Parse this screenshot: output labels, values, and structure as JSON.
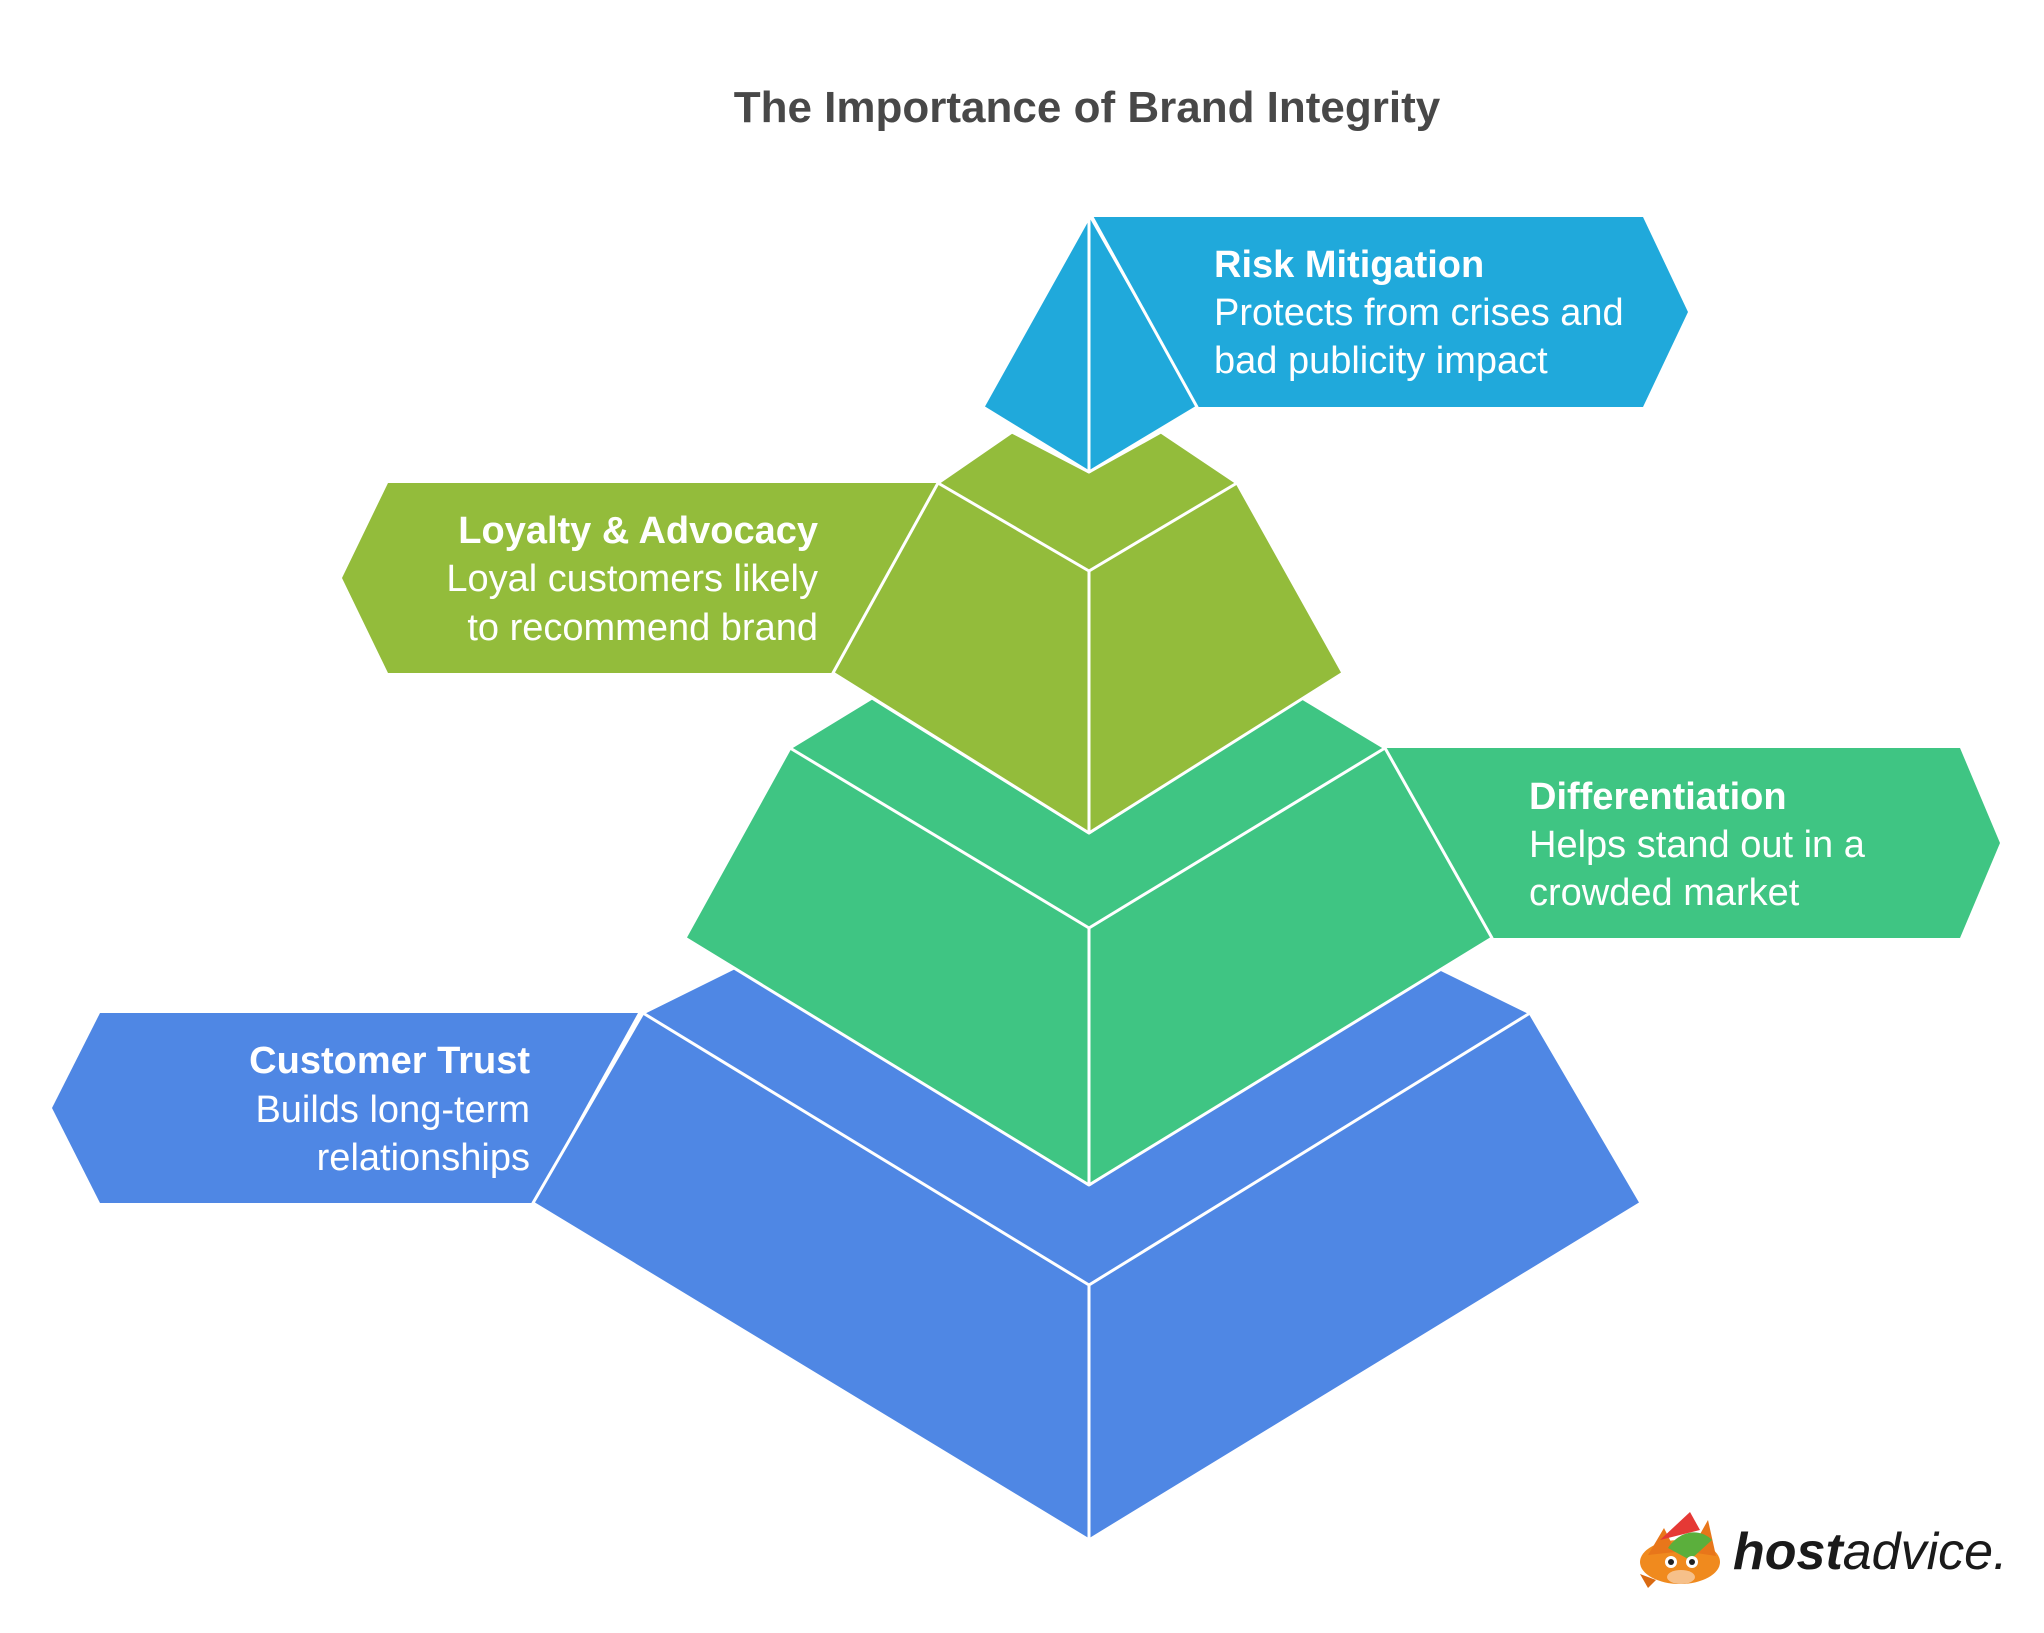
{
  "title": "The Importance of Brand Integrity",
  "colors": {
    "blue": "#4F87E4",
    "green": "#3FC583",
    "lime": "#93BC3B",
    "cyan": "#20A9DB",
    "title_text": "#484848"
  },
  "levels": [
    {
      "id": "customer-trust",
      "color": "#4F87E4",
      "title": "Customer Trust",
      "desc_lines": [
        "Builds long-term",
        "relationships"
      ],
      "side": "left"
    },
    {
      "id": "differentiation",
      "color": "#3FC583",
      "title": "Differentiation",
      "desc_lines": [
        "Helps stand out in a",
        "crowded market"
      ],
      "side": "right"
    },
    {
      "id": "loyalty-advocacy",
      "color": "#93BC3B",
      "title": "Loyalty & Advocacy",
      "desc_lines": [
        "Loyal customers likely",
        "to recommend brand"
      ],
      "side": "left"
    },
    {
      "id": "risk-mitigation",
      "color": "#20A9DB",
      "title": "Risk Mitigation",
      "desc_lines": [
        "Protects from crises and",
        "bad publicity impact"
      ],
      "side": "right"
    }
  ],
  "logo": {
    "bold": "host",
    "regular": "advice",
    "dot": "."
  }
}
